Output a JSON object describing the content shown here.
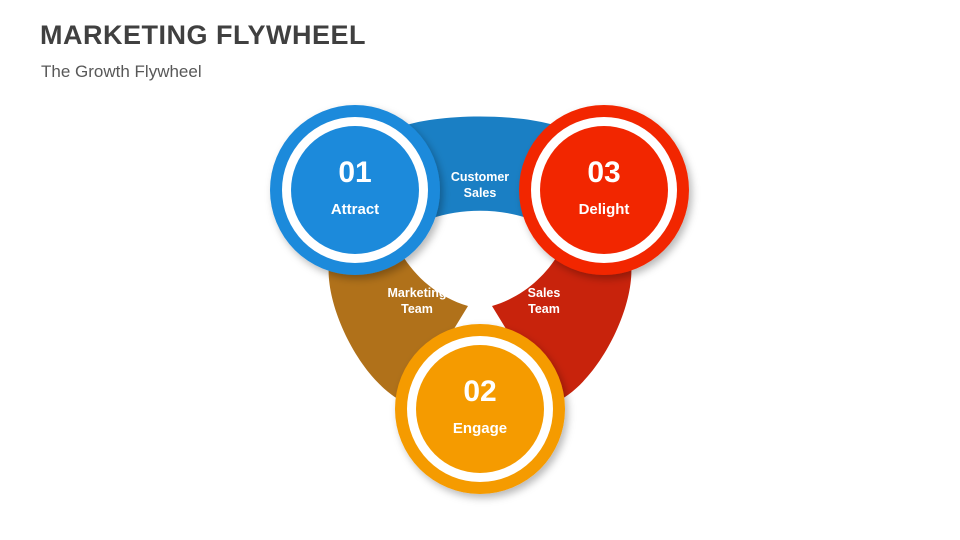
{
  "header": {
    "title": "MARKETING FLYWHEEL",
    "subtitle": "The Growth Flywheel"
  },
  "diagram": {
    "type": "flywheel",
    "nodes": [
      {
        "number": "01",
        "label": "Attract",
        "color": "#1C8ADB",
        "shadow": "#1565A0"
      },
      {
        "number": "02",
        "label": "Engage",
        "color": "#F59B00",
        "shadow": "#B06A00"
      },
      {
        "number": "03",
        "label": "Delight",
        "color": "#F22806",
        "shadow": "#A8190A"
      }
    ],
    "connectors": [
      {
        "label": "Customer\nSales",
        "color": "#1A7FC4"
      },
      {
        "label": "Marketing\nTeam",
        "color": "#B0711A"
      },
      {
        "label": "Sales\nTeam",
        "color": "#C8230C"
      }
    ]
  }
}
